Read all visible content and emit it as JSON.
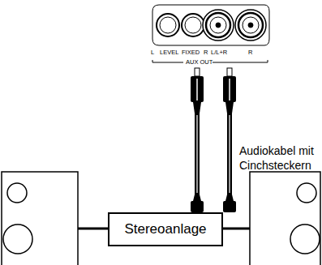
{
  "diagram": {
    "nodes": [
      {
        "text": [
          "Stereoanlage"
        ]
      }
    ],
    "labels": [
      "L",
      "LEVEL",
      "FIXED",
      "R",
      "L/L+R",
      "R",
      "AUX OUT",
      "Audiokabel mit Cinchsteckern"
    ]
  }
}
